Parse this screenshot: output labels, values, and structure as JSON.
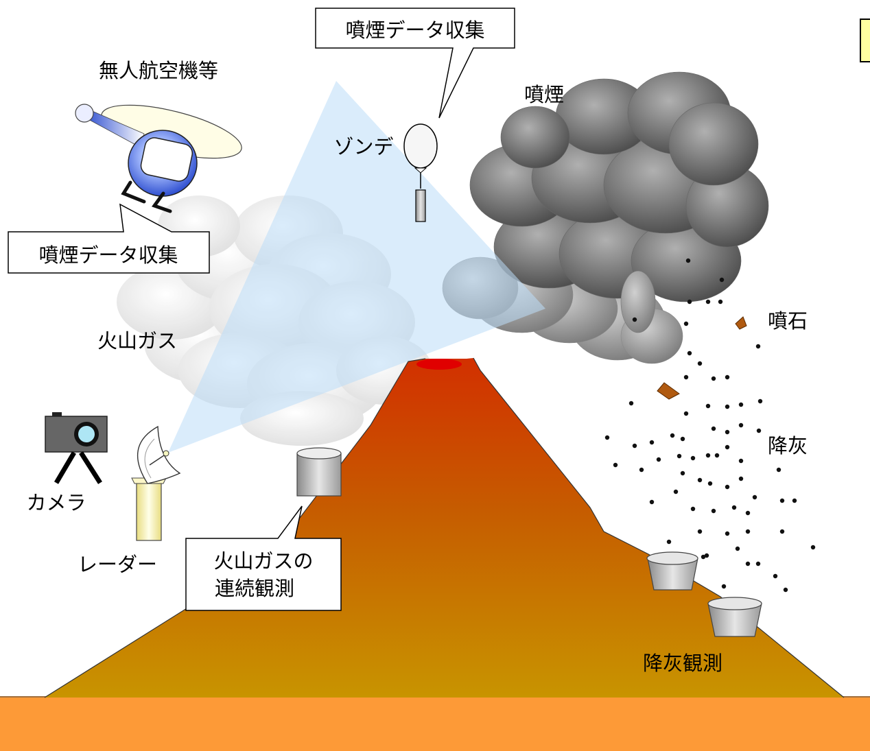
{
  "labels": {
    "uav": "無人航空機等",
    "uav_callout": "噴煙データ収集",
    "sonde_callout": "噴煙データ収集",
    "sonde": "ゾンデ",
    "plume": "噴煙",
    "gas": "火山ガス",
    "bombs": "噴石",
    "ashfall": "降灰",
    "camera": "カメラ",
    "radar": "レーダー",
    "gas_obs_line1": "火山ガスの",
    "gas_obs_line2": "連続観測",
    "ash_obs": "降灰観測"
  },
  "colors": {
    "ground": "#fd9a37",
    "mountain_top": "#d23000",
    "mountain_bottom": "#c89400",
    "crater": "#e00000",
    "plume_dark": "#555555",
    "plume_light": "#bbbbbb",
    "gas_cloud": "#eeeeee",
    "radar_beam": "#cfe6fb",
    "camera_body": "#666666",
    "camera_lens": "#aee6f5",
    "uav_body": "#4a6ae0",
    "uav_rotor": "#fffde0",
    "sensor": "#b0b0b0",
    "radar_pole": "#fdf7c8",
    "legend_box": "#ffffa0"
  },
  "icons": [
    "helicopter-icon",
    "balloon-sonde-icon",
    "camera-icon",
    "radar-dish-icon",
    "gas-sensor-icon",
    "ash-collector-icon"
  ]
}
